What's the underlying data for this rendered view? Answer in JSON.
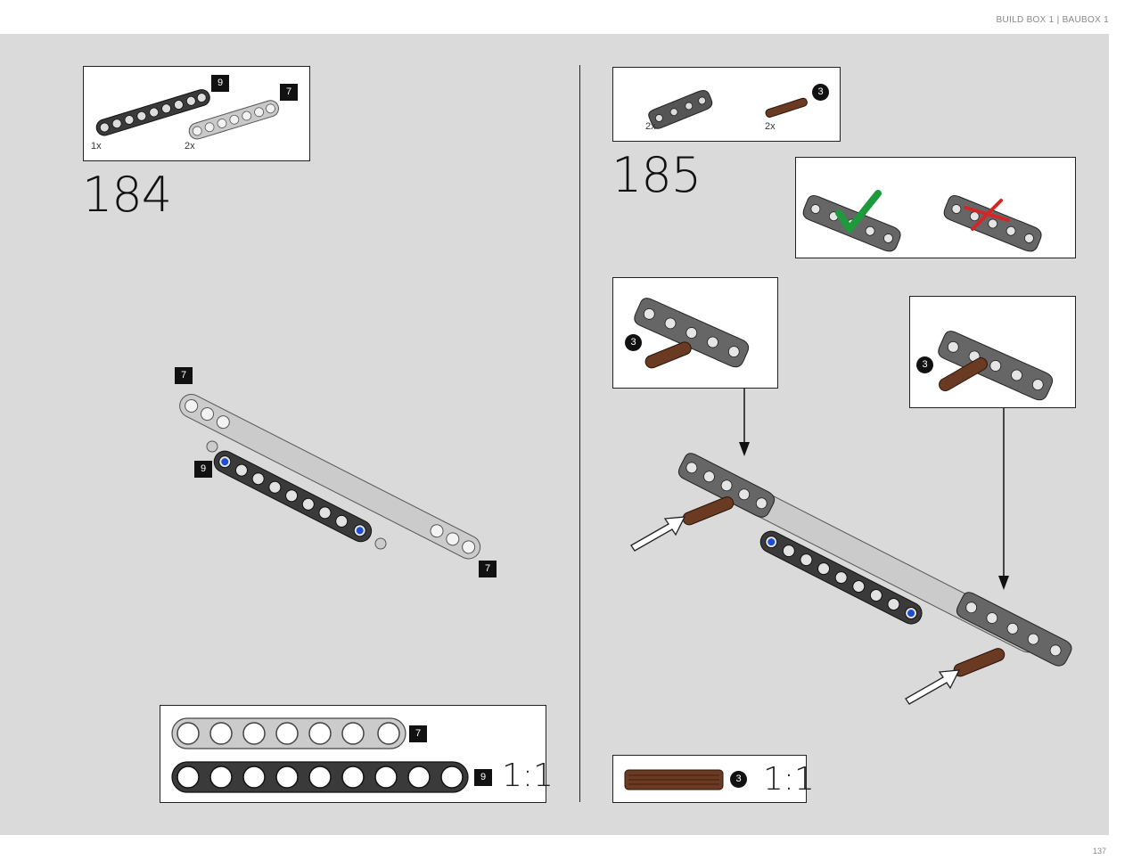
{
  "header": {
    "text": "BUILD BOX 1  |  BAUBOX 1"
  },
  "footer": {
    "page_number": "137"
  },
  "step184": {
    "number": "184",
    "parts": [
      {
        "qty": "1x",
        "badge": "9"
      },
      {
        "qty": "2x",
        "badge": "7"
      }
    ],
    "callouts": {
      "top_left": "7",
      "left": "9",
      "right": "7"
    },
    "scale_box": {
      "beam_short_badge": "7",
      "beam_long_badge": "9",
      "scale": "1:1"
    }
  },
  "step185": {
    "number": "185",
    "parts": [
      {
        "qty": "2x",
        "badge": ""
      },
      {
        "qty": "2x",
        "badge": "3"
      }
    ],
    "subassembly_left_badge": "3",
    "subassembly_right_badge": "3",
    "scale_box": {
      "axle_badge": "3",
      "scale": "1:1"
    }
  },
  "colors": {
    "page_bg": "#d9dad9",
    "beam_dark": "#3a3a3a",
    "beam_light": "#c9c9c9",
    "axle_brown": "#6b3a22",
    "check_green": "#1e9a3c",
    "cross_red": "#d42626",
    "pin_blue": "#1f4fd0"
  }
}
